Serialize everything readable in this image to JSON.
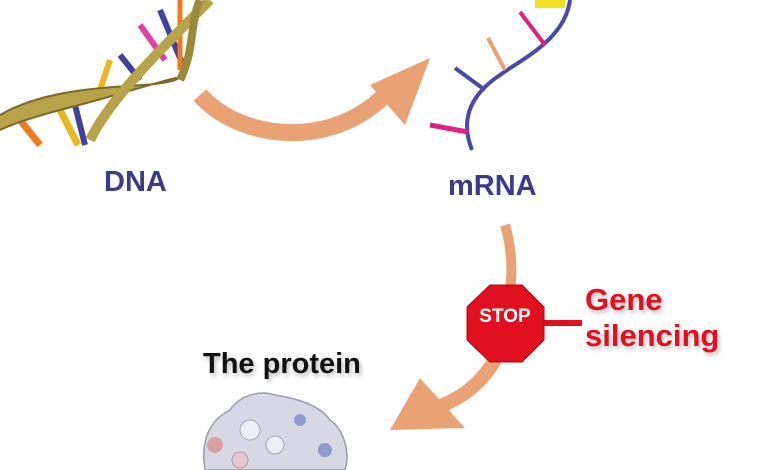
{
  "labels": {
    "dna": "DNA",
    "mrna": "mRNA",
    "stop_sign": "STOP",
    "gene_silencing_line1": "Gene",
    "gene_silencing_line2": "silencing",
    "protein": "The protein"
  },
  "colors": {
    "arrow": "#e8a274",
    "label_blue": "#3b3a8c",
    "stop_red": "#e0101e",
    "helix_gold": "#b8a24a"
  }
}
